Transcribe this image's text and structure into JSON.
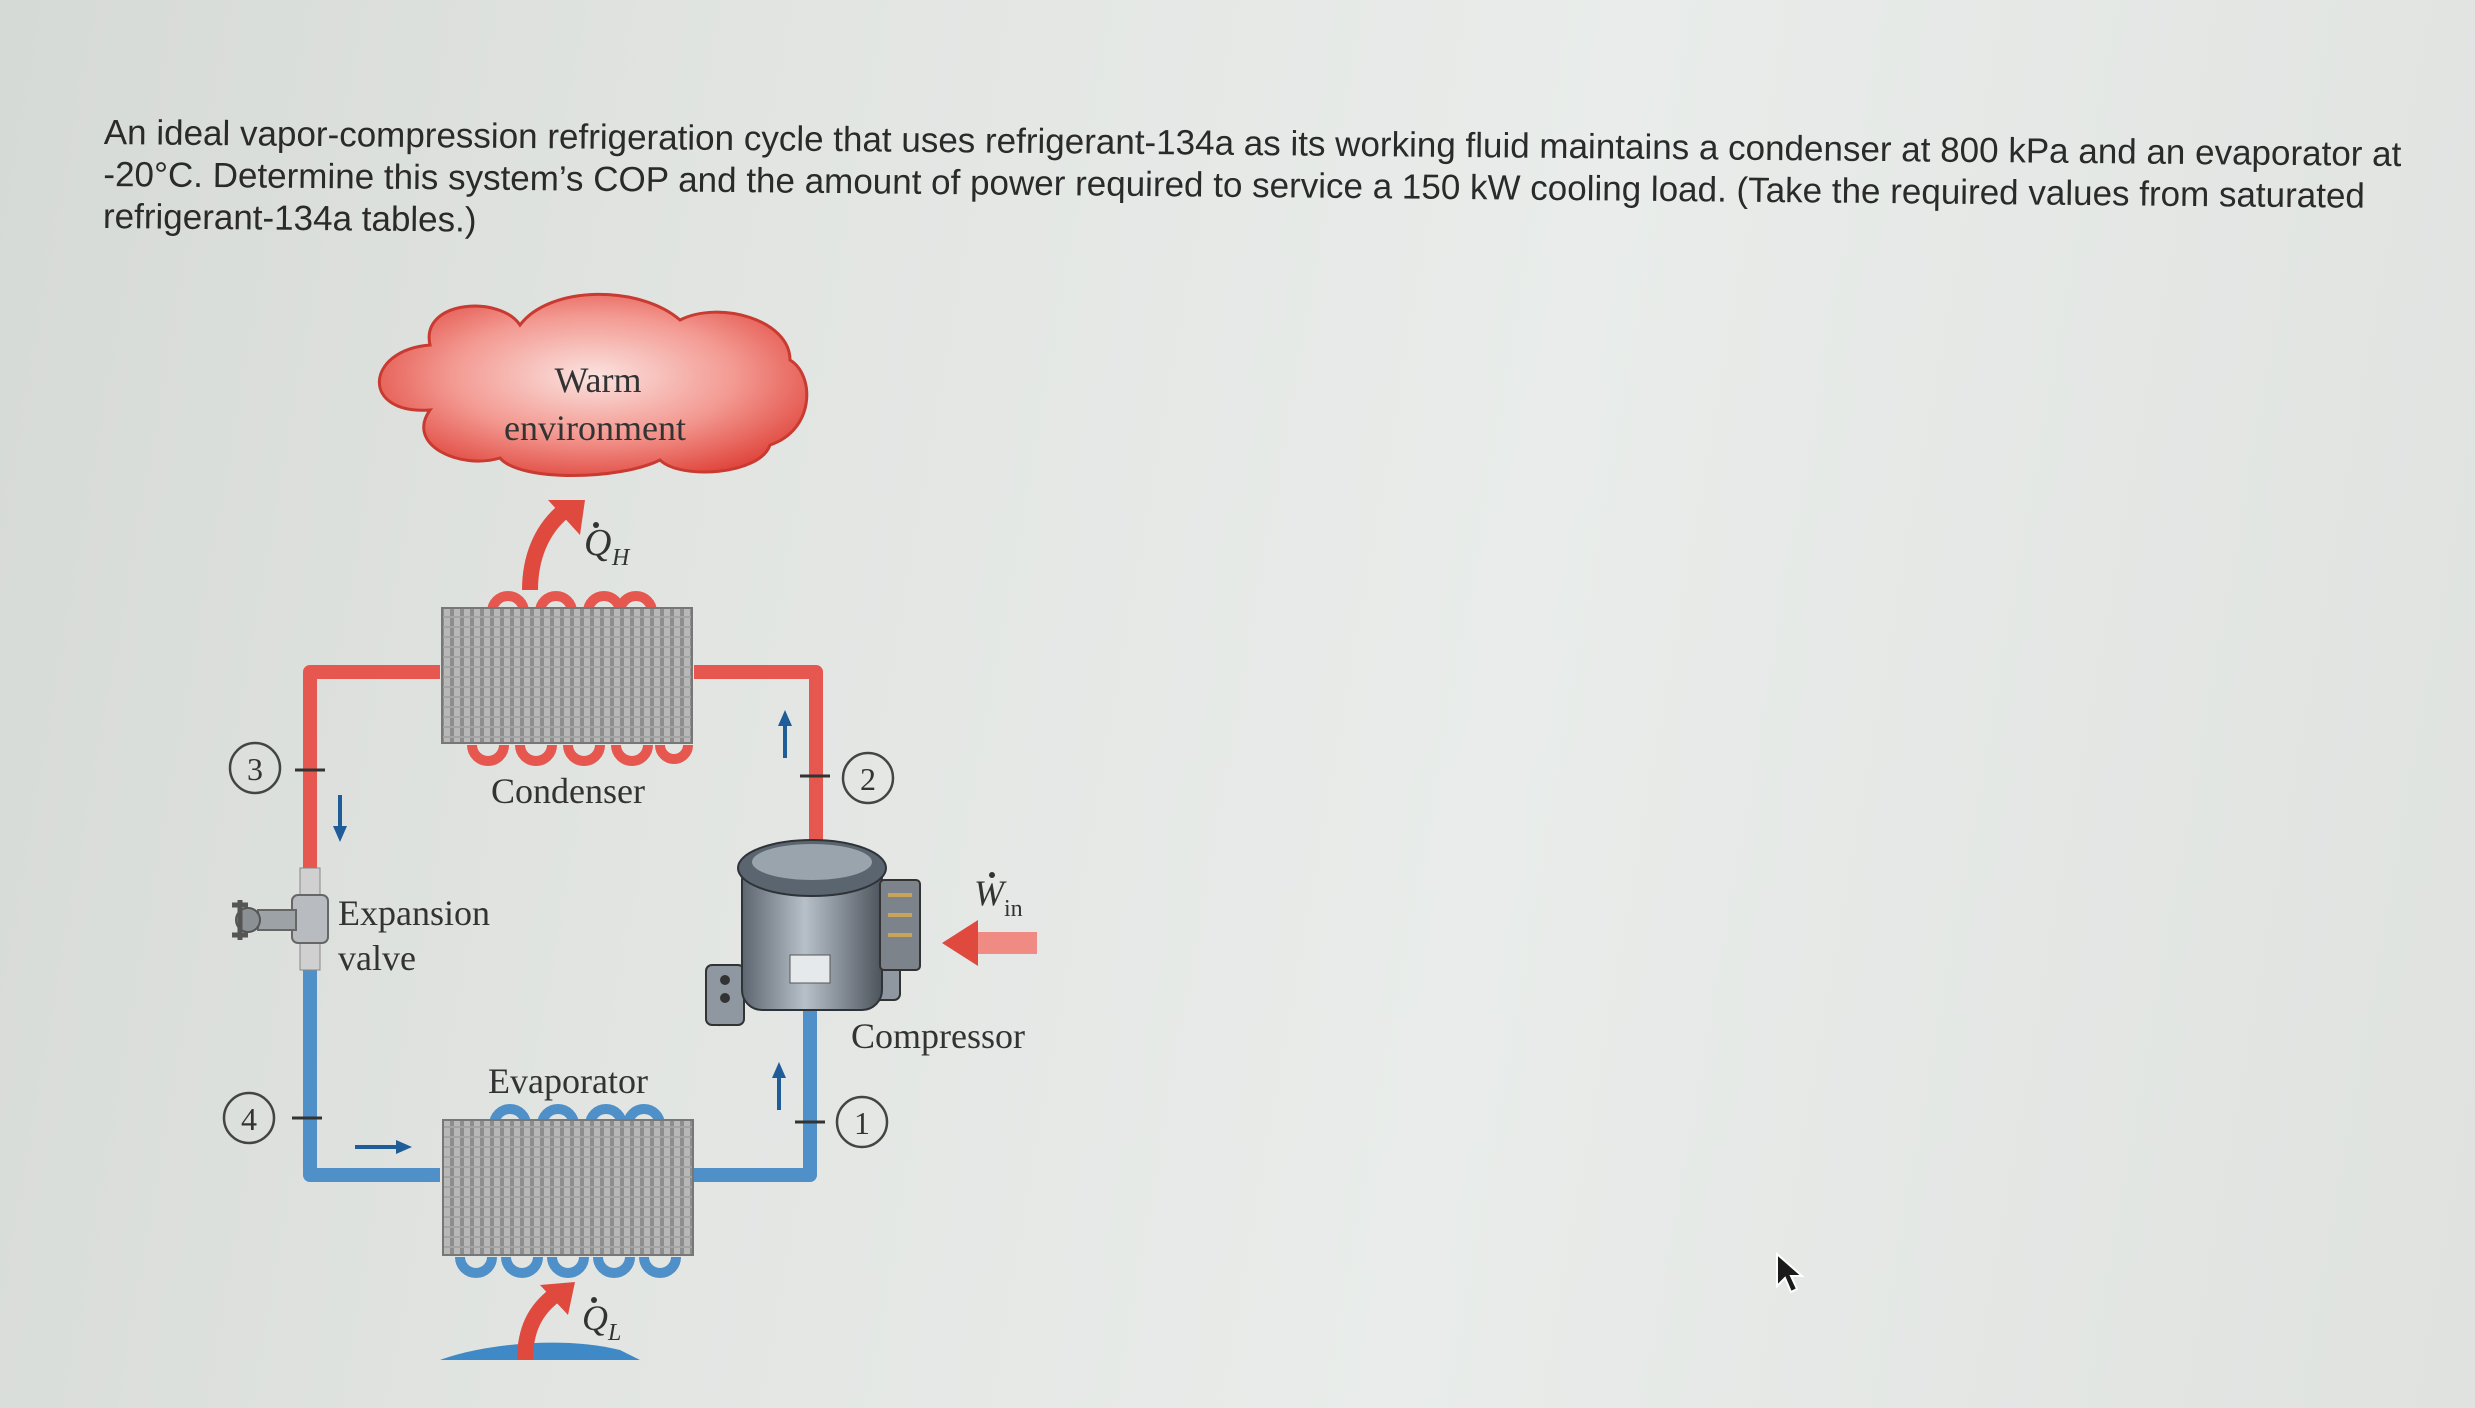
{
  "problem": {
    "text": "An ideal vapor-compression refrigeration cycle that uses refrigerant-134a as its working fluid maintains a condenser at 800 kPa and an evaporator at -20°C. Determine this system’s COP and the amount of power required to service a 150 kW cooling load. (Take the required values from saturated refrigerant-134a tables.)"
  },
  "diagram": {
    "warm_line1": "Warm",
    "warm_line2": "environment",
    "qh_label": "Q",
    "qh_sub": "H",
    "condenser": "Condenser",
    "expansion_line1": "Expansion",
    "expansion_line2": "valve",
    "evaporator": "Evaporator",
    "compressor": "Compressor",
    "win_label": "W",
    "win_sub": "in",
    "ql_label": "Q",
    "ql_sub": "L",
    "state1": "1",
    "state2": "2",
    "state3": "3",
    "state4": "4"
  },
  "colors": {
    "hot": "#e5574f",
    "cold": "#4f90c8",
    "arrow_hot": "#e04a3e",
    "arrow_cold": "#1f5d99"
  },
  "icons": [
    "cloud",
    "compressor",
    "expansion-valve",
    "condenser-coil",
    "evaporator-coil",
    "mouse-pointer-icon"
  ]
}
